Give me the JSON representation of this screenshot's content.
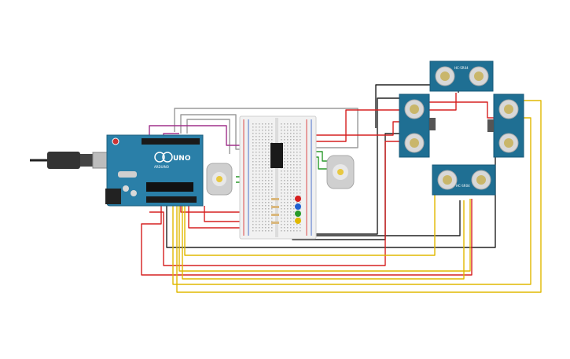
{
  "arduino": {
    "brand": "ARDUINO",
    "model": "UNO"
  },
  "sensor_label": "HC-SR04",
  "colors": {
    "wire_red": "#d62020",
    "wire_black": "#222222",
    "wire_yellow": "#e0b800",
    "wire_green": "#2a9a2a",
    "wire_purple": "#a0308a",
    "wire_gray": "#9a9a9a",
    "board_blue": "#2a7fa8",
    "sensor_blue": "#1f6f93",
    "breadboard": "#f1f1f1",
    "motor_body": "#cfcfcf",
    "motor_hub": "#e8c840"
  },
  "leds": [
    "red",
    "blue",
    "green",
    "yellow"
  ]
}
